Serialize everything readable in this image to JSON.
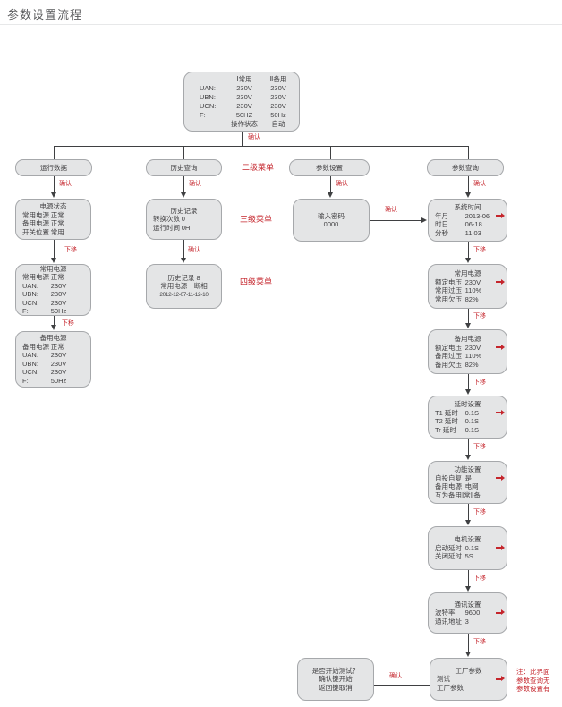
{
  "page": {
    "title": "参数设置流程"
  },
  "colors": {
    "red": "#c5252c",
    "box_fill": "#e4e5e6",
    "box_border": "#a6a8ab",
    "line": "#3f4042",
    "text": "#414042"
  },
  "labels": {
    "confirm": "确认",
    "move_down": "下移",
    "level2": "二级菜单",
    "level3": "三级菜单",
    "level4": "四级菜单"
  },
  "note": {
    "l1": "注：此界面",
    "l2": "参数查询无",
    "l3": "参数设置有"
  },
  "boxes": {
    "main": {
      "name": "box-main-display",
      "rows3": [
        [
          "",
          "Ⅰ常用",
          "Ⅱ备用"
        ],
        [
          "UAN:",
          "230V",
          "230V"
        ],
        [
          "UBN:",
          "230V",
          "230V"
        ],
        [
          "UCN:",
          "230V",
          "230V"
        ],
        [
          "F:",
          "50HZ",
          "50Hz"
        ],
        [
          "",
          "操作状态",
          "自动"
        ]
      ]
    },
    "run_data": {
      "name": "box-menu-run-data",
      "lines": [
        "运行数据"
      ]
    },
    "history_query": {
      "name": "box-menu-history-query",
      "lines": [
        "历史查询"
      ]
    },
    "param_set": {
      "name": "box-menu-param-settings",
      "lines": [
        "参数设置"
      ]
    },
    "param_query": {
      "name": "box-menu-param-query",
      "lines": [
        "参数查询"
      ]
    },
    "power_status": {
      "name": "box-power-status",
      "title": "电源状态",
      "rows": [
        [
          "常用电源",
          "正常"
        ],
        [
          "备用电源",
          "正常"
        ],
        [
          "开关位置",
          "常用"
        ]
      ]
    },
    "normal_power_left": {
      "name": "box-normal-power-detail",
      "title": "常用电源",
      "rows": [
        [
          "常用电源",
          "正常"
        ],
        [
          "UAN:",
          "230V"
        ],
        [
          "UBN:",
          "230V"
        ],
        [
          "UCN:",
          "230V"
        ],
        [
          "F:",
          "50Hz"
        ]
      ]
    },
    "backup_power_left": {
      "name": "box-backup-power-detail",
      "title": "备用电源",
      "rows": [
        [
          "备用电源",
          "正常"
        ],
        [
          "UAN:",
          "230V"
        ],
        [
          "UBN:",
          "230V"
        ],
        [
          "UCN:",
          "230V"
        ],
        [
          "F:",
          "50Hz"
        ]
      ]
    },
    "history_record": {
      "name": "box-history-record",
      "title": "历史记录",
      "rows": [
        [
          "转换次数",
          "0"
        ],
        [
          "运行时间",
          "0H"
        ]
      ]
    },
    "history_record8": {
      "name": "box-history-record-8",
      "lines": [
        "历史记录 8",
        "常用电源　断相",
        "2012-12-07-11-12-10"
      ]
    },
    "password": {
      "name": "box-password-entry",
      "lines": [
        "输入密码",
        "0000"
      ]
    },
    "sys_time": {
      "name": "box-system-time",
      "title": "系统时间",
      "rows": [
        [
          "年月",
          "2013-06"
        ],
        [
          "时日",
          "06-18"
        ],
        [
          "分秒",
          "11:03"
        ]
      ],
      "arrow": true
    },
    "normal_power_right": {
      "name": "box-normal-power-settings",
      "title": "常用电源",
      "rows": [
        [
          "额定电压",
          "230V"
        ],
        [
          "常用过压",
          "110%"
        ],
        [
          "常用欠压",
          "82%"
        ]
      ],
      "arrow": true
    },
    "backup_power_right": {
      "name": "box-backup-power-settings",
      "title": "备用电源",
      "rows": [
        [
          "额定电压",
          "230V"
        ],
        [
          "备用过压",
          "110%"
        ],
        [
          "备用欠压",
          "82%"
        ]
      ],
      "arrow": true
    },
    "delay": {
      "name": "box-delay-settings",
      "title": "延时设置",
      "rows": [
        [
          "T1 延时",
          "0.1S"
        ],
        [
          "T2 延时",
          "0.1S"
        ],
        [
          "Tr 延时",
          "0.1S"
        ]
      ],
      "arrow": true
    },
    "func": {
      "name": "box-function-settings",
      "title": "功能设置",
      "rows": [
        [
          "自投自复",
          "是"
        ],
        [
          "备用电源",
          "电网"
        ]
      ],
      "foot": "互为备用Ⅰ常Ⅱ备",
      "arrow": true
    },
    "motor": {
      "name": "box-motor-settings",
      "title": "电机设置",
      "rows": [
        [
          "启动延时",
          "0.1S"
        ],
        [
          "关闭延时",
          "5S"
        ]
      ],
      "arrow": true
    },
    "comm": {
      "name": "box-comm-settings",
      "title": "通讯设置",
      "rows": [
        [
          "波特率",
          "9600"
        ],
        [
          "通讯地址",
          "3"
        ]
      ],
      "arrow": true
    },
    "factory": {
      "name": "box-factory-params",
      "title": "工厂参数",
      "rows": [
        [
          "测试",
          ""
        ],
        [
          "工厂参数",
          ""
        ]
      ],
      "arrow": true
    },
    "test_confirm": {
      "name": "box-test-confirm",
      "lines": [
        "是否开始测试？",
        "确认键开始",
        "返回键取消"
      ]
    }
  }
}
